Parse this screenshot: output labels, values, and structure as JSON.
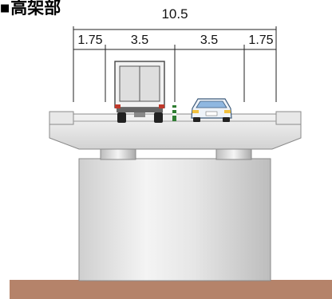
{
  "section_title": "高架部",
  "title_marker": "■",
  "dimensions": {
    "total_width": "10.5",
    "lanes": [
      "1.75",
      "3.5",
      "3.5",
      "1.75"
    ]
  },
  "vehicles": [
    "truck-icon",
    "car-icon"
  ],
  "colors": {
    "concrete_light": "#f2f2f2",
    "concrete_mid": "#d9d9d9",
    "concrete_dark": "#b3b3b3",
    "ground": "#b5836a",
    "car_body": "#eef3f9",
    "car_window": "#8fb7e0",
    "median_post": "#3a8a3a"
  }
}
